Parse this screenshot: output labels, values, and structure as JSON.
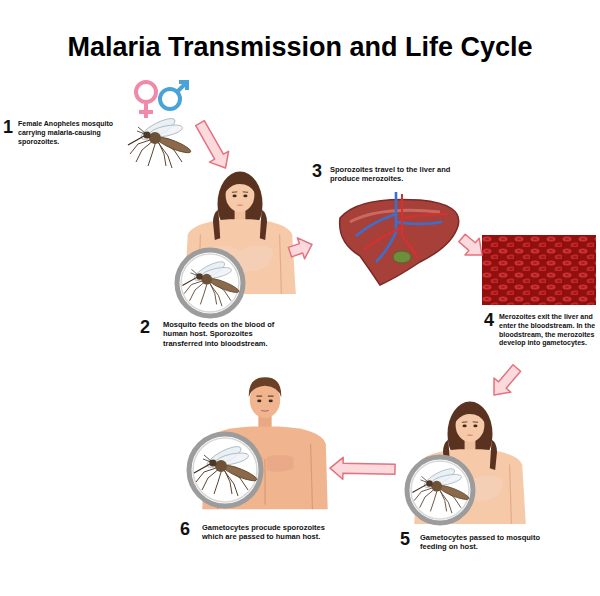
{
  "diagram": {
    "title": "Malaria Transmission and Life Cycle",
    "nodes": [
      {
        "text": [
          "1",
          "Female Anopheles mosquito carrying malaria-causing sporozoites."
        ]
      },
      {
        "text": [
          "2",
          "Mosquito feeds on the blood of human host. Sporozoites transferred into bloodstream."
        ]
      },
      {
        "text": [
          "3",
          "Sporozoites travel to the liver and produce merozoites."
        ]
      },
      {
        "text": [
          "4",
          "Merozoites exit the liver and enter the bloodstream. In the bloodstream, the merozoites develop into gametocytes."
        ]
      },
      {
        "text": [
          "5",
          "Gametocytes passed to mosquito feeding on host."
        ]
      },
      {
        "text": [
          "6",
          "Gametocytes procude sporozoites which are passed to human host."
        ]
      }
    ],
    "edges": [
      {
        "from": 0,
        "to": 1,
        "arrow": "to"
      },
      {
        "from": 1,
        "to": 2,
        "arrow": "to"
      },
      {
        "from": 2,
        "to": 3,
        "arrow": "to"
      },
      {
        "from": 3,
        "to": 4,
        "arrow": "to"
      },
      {
        "from": 4,
        "to": 5,
        "arrow": "to"
      }
    ]
  }
}
